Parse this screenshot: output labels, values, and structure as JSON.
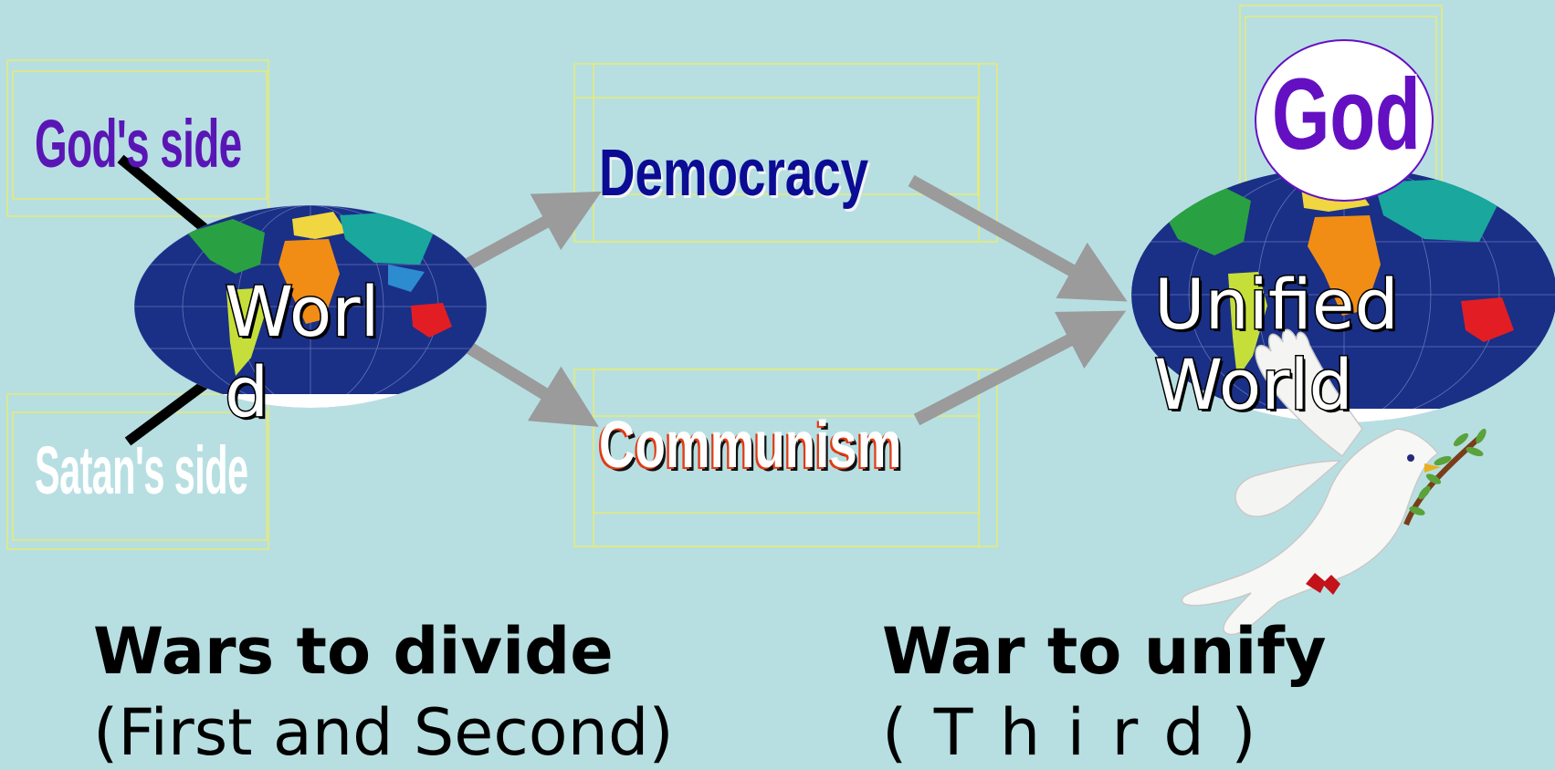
{
  "labels": {
    "gods_side": "God's side",
    "satans_side": "Satan's side",
    "world": "World",
    "democracy": "Democracy",
    "communism": "Communism",
    "god": "God",
    "unified_world": "Unified World"
  },
  "captions": {
    "left_title": "Wars to divide",
    "left_subtitle": "(First and Second)",
    "right_title": "War to unify",
    "right_subtitle": "(Third)"
  },
  "colors": {
    "background": "#b7dfe2",
    "arrow": "#9b9b9b",
    "gods_side": "#5a16b5",
    "democracy": "#0b0c94",
    "god": "#6410c2",
    "guides": "#f2ee5a"
  },
  "icons": {
    "left_globe": "world-map-globe-icon",
    "right_globe": "world-map-globe-icon",
    "dove": "dove-with-olive-branch-icon"
  }
}
